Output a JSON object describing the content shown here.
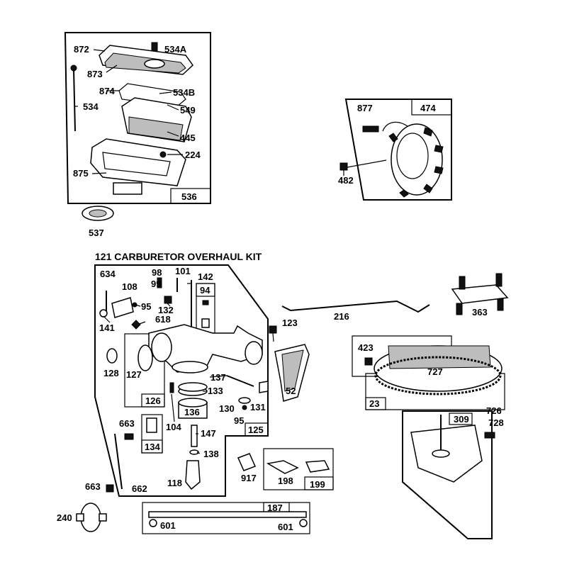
{
  "kit_title": "121 CARBURETOR OVERHAUL KIT",
  "labels": {
    "p872": "872",
    "p534a": "534A",
    "p873": "873",
    "p874": "874",
    "p534b": "534B",
    "p534": "534",
    "p549": "549",
    "p445": "445",
    "p224": "224",
    "p875": "875",
    "p536": "536",
    "p537": "537",
    "p877": "877",
    "p474": "474",
    "p482": "482",
    "p634": "634",
    "p108": "108",
    "p98": "98",
    "p99": "99",
    "p101": "101",
    "p142": "142",
    "p94": "94",
    "p95a": "95",
    "p132": "132",
    "p141": "141",
    "p618": "618",
    "p123": "123",
    "p216": "216",
    "p363": "363",
    "p128": "128",
    "p127": "127",
    "p137": "137",
    "p52": "52",
    "p126": "126",
    "p133": "133",
    "p130": "130",
    "p131": "131",
    "p136": "136",
    "p95b": "95",
    "p104": "104",
    "p125": "125",
    "p663a": "663",
    "p147": "147",
    "p134": "134",
    "p138": "138",
    "p118": "118",
    "p917": "917",
    "p198": "198",
    "p199": "199",
    "p663b": "663",
    "p662": "662",
    "p240": "240",
    "p187": "187",
    "p601a": "601",
    "p601b": "601",
    "p423": "423",
    "p727": "727",
    "p23": "23",
    "p726": "726",
    "p309": "309",
    "p728": "728"
  }
}
